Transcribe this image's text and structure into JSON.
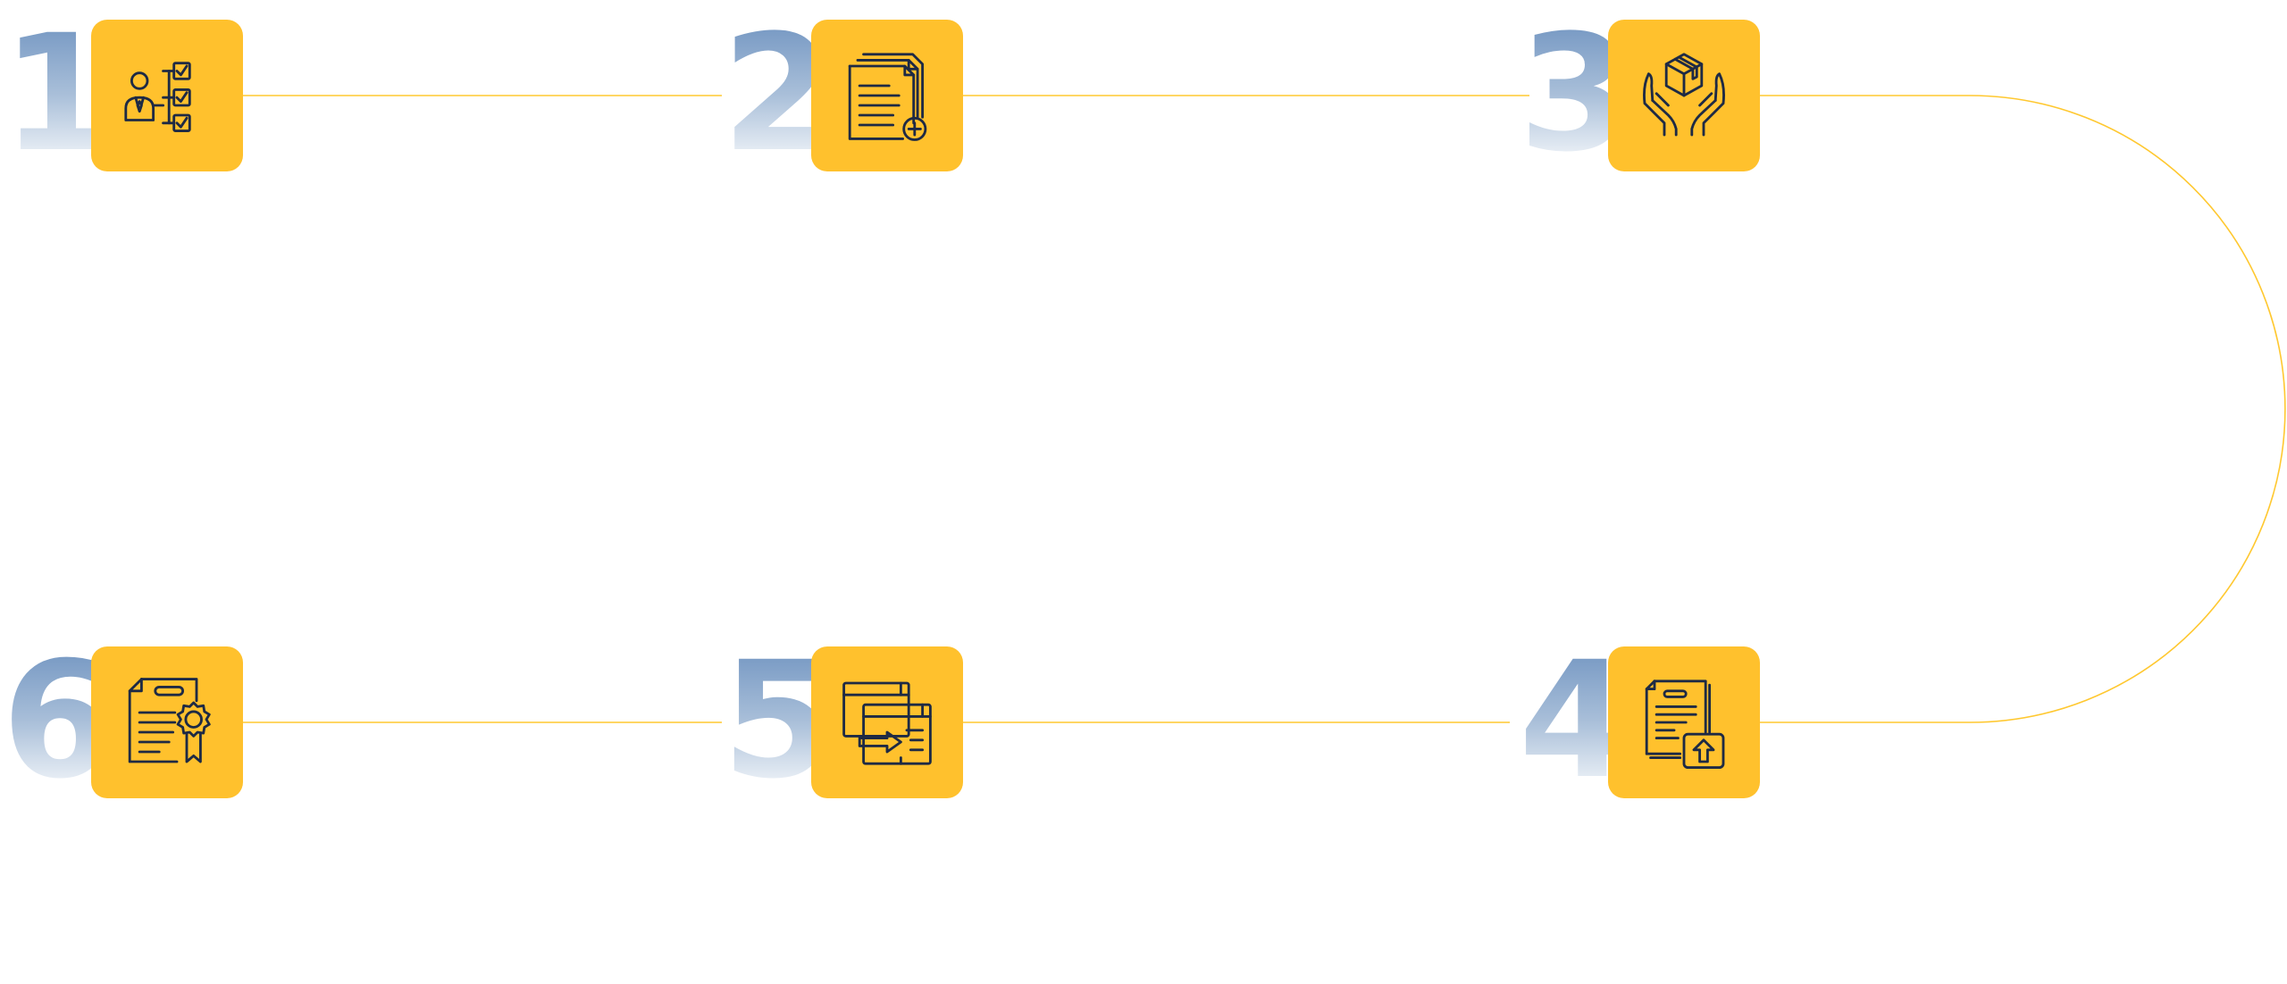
{
  "colors": {
    "tile": "#ffc12d",
    "connector": "#ffc830",
    "icon_stroke": "#1e2a44",
    "number_gradient_top": "#6f93c0"
  },
  "steps": [
    {
      "number": "1",
      "icon": "employee-checklist-icon"
    },
    {
      "number": "2",
      "icon": "add-documents-icon"
    },
    {
      "number": "3",
      "icon": "hands-holding-package-icon"
    },
    {
      "number": "4",
      "icon": "document-upload-icon"
    },
    {
      "number": "5",
      "icon": "windows-transfer-icon"
    },
    {
      "number": "6",
      "icon": "certificate-document-icon"
    }
  ]
}
